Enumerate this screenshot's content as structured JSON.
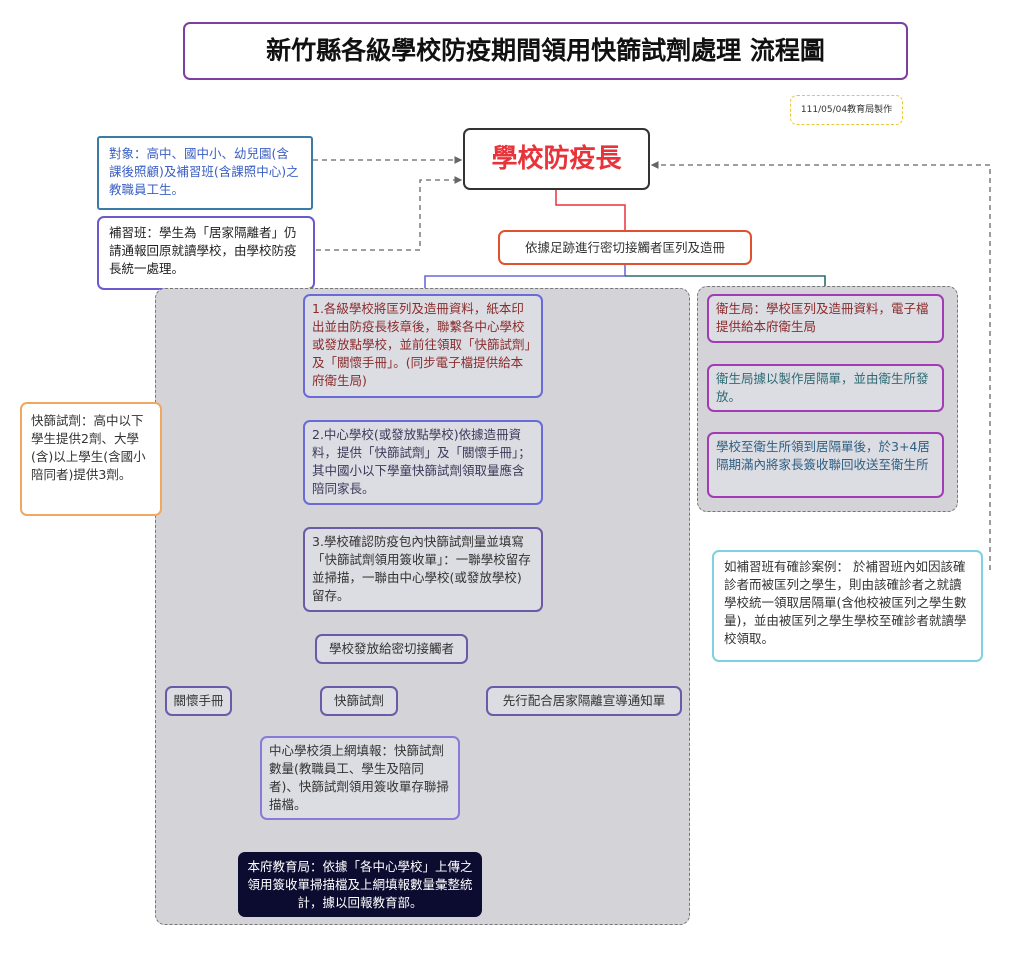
{
  "title": "新竹縣各級學校防疫期間領用快篩試劑處理 流程圖",
  "date_note": "111/05/04教育局製作",
  "root": "學校防疫長",
  "target_note": "對象：高中、國中小、幼兒園(含課後照顧)及補習班(含課照中心)之教職員工生。",
  "cram_note": "補習班：學生為「居家隔離者」仍請通報回原就讀學校，由學校防疫長統一處理。",
  "step0": "依據足跡進行密切接觸者匡列及造冊",
  "left_flow": {
    "step1": "1.各級學校將匡列及造冊資料，紙本印出並由防疫長核章後，聯繫各中心學校或發放點學校，並前往領取「快篩試劑」及「關懷手冊」。(同步電子檔提供給本府衛生局)",
    "step2": "2.中心學校(或發放點學校)依據造冊資料，提供「快篩試劑」及「關懷手冊」；其中國小以下學童快篩試劑領取量應含陪同家長。",
    "step3": "3.學校確認防疫包內快篩試劑量並填寫「快篩試劑領用簽收單」：一聯學校留存並掃描，一聯由中心學校(或發放學校)留存。",
    "distribute": "學校發放給密切接觸者",
    "items": [
      "關懷手冊",
      "快篩試劑",
      "先行配合居家隔離宣導通知單"
    ],
    "report": "中心學校須上網填報：快篩試劑數量(教職員工、學生及陪同者)、快篩試劑領用簽收單存聯掃描檔。",
    "final": "本府教育局：依據「各中心學校」上傳之領用簽收單掃描檔及上網填報數量彙整統計，據以回報教育部。"
  },
  "right_flow": {
    "step1": "衛生局：學校匡列及造冊資料，電子檔提供給本府衛生局",
    "step2": "衛生局據以製作居隔單，並由衛生所發放。",
    "step3": "學校至衛生所領到居隔單後，於3+4居隔期滿內將家長簽收聯回收送至衛生所"
  },
  "kit_note": "快篩試劑：高中以下學生提供2劑、大學(含)以上學生(含國小陪同者)提供3劑。",
  "case_note": "如補習班有確診案例： 於補習班內如因該確診者而被匡列之學生，則由該確診者之就讀學校統一領取居隔單(含他校被匡列之學生數量)，並由被匡列之學生學校至確診者就讀學校領取。",
  "colors": {
    "title_border": "#7b3fa0",
    "root_text": "#e8333a",
    "step0_border": "#e0522f",
    "left_border": "#6a6ad8",
    "right_border": "#a23bb5",
    "dark_text": "#8a2c2c",
    "teal_text": "#2e6b73",
    "final_bg": "#0c0c30"
  }
}
